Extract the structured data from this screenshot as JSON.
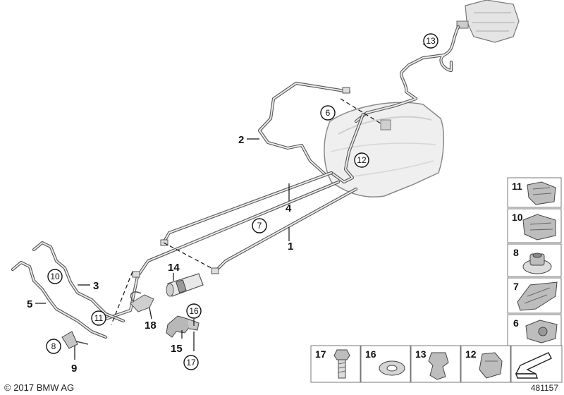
{
  "labels": {
    "tank_line_1": "1",
    "tank_line_2": "2",
    "line_3": "3",
    "line_4": "4",
    "line_5": "5",
    "clip_6": "6",
    "clip_7": "7",
    "clip_8": "8",
    "part_9": "9",
    "clip_10": "10",
    "clip_11": "11",
    "clip_12": "12",
    "clip_13": "13",
    "filter_14": "14",
    "bracket_15": "15",
    "clip_16": "16",
    "bolt_17": "17",
    "part_18": "18"
  },
  "side_panels": [
    "11",
    "10",
    "8",
    "7",
    "6"
  ],
  "bottom_panels": [
    "17",
    "16",
    "13",
    "12"
  ],
  "footer": {
    "copyright": "© 2017 BMW AG",
    "diagram_id": "481157"
  }
}
